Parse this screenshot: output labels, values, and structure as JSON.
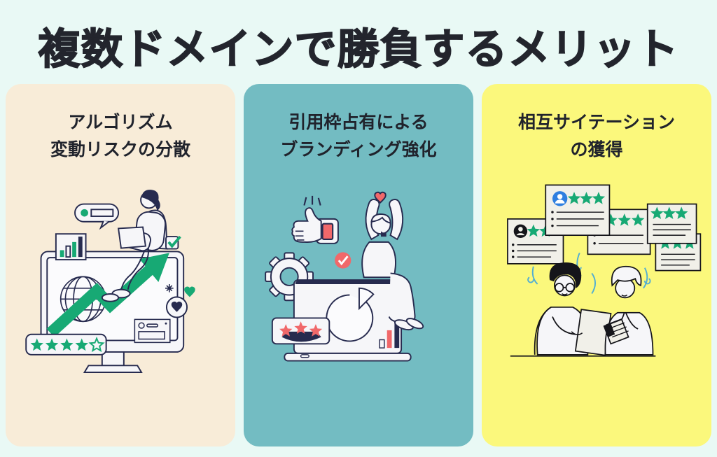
{
  "page": {
    "title": "複数ドメインで勝負するメリット"
  },
  "palette": {
    "page_bg": "#e9f9f5",
    "ink": "#23252d",
    "card1_bg": "#f8ecd8",
    "card2_bg": "#73bcc2",
    "card3_bg": "#fbf87c",
    "navy": "#272b4f",
    "green": "#17a974",
    "coral": "#f1686a",
    "blue": "#2f7fe0",
    "sky": "#53aed2",
    "paper": "#f1f0e9",
    "figure_white": "#f6f6f9",
    "black": "#15151a"
  },
  "cards": [
    {
      "id": "algorithm-risk",
      "lines": [
        "アルゴリズム",
        "変動リスクの分散"
      ],
      "illustration": "woman sitting on monitor with rising green arrow, globe, bar chart, 4.5-star rating"
    },
    {
      "id": "branding",
      "lines": [
        "引用枠占有による",
        "ブランディング強化"
      ],
      "illustration": "person holding heart on laptop with pie chart, thumbs-up, gear, 3-star badge"
    },
    {
      "id": "mutual-citation",
      "lines": [
        "相互サイテーション",
        "の獲得"
      ],
      "illustration": "two people reading documents under floating review cards with green stars"
    }
  ]
}
